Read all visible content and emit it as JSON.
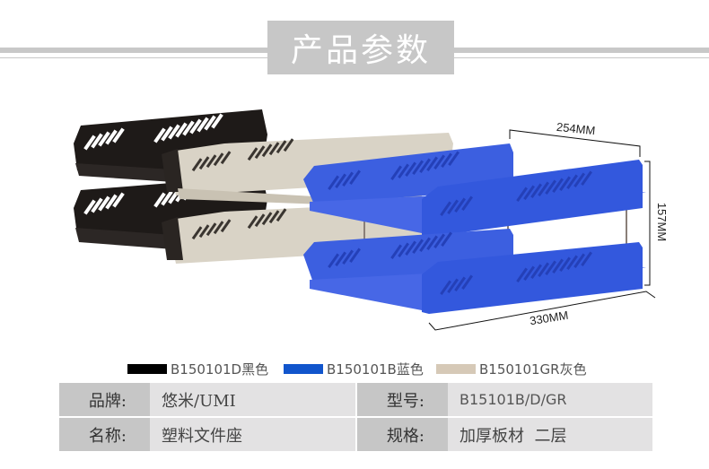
{
  "header": {
    "title": "产品参数"
  },
  "product_image": {
    "description": "Two-tier plastic file trays in black, beige and blue",
    "dimensions": {
      "width": "254MM",
      "height": "157MM",
      "length": "330MM"
    }
  },
  "legend": [
    {
      "label": "B150101D黑色",
      "color": "#000000"
    },
    {
      "label": "B150101B蓝色",
      "color": "#1155cc"
    },
    {
      "label": "B150101GR灰色",
      "color": "#d6c9b7"
    }
  ],
  "specs": {
    "rows": [
      {
        "label1": "品牌:",
        "value1": "悠米/UMI",
        "label2": "型号:",
        "value2": "B15101B/D/GR"
      },
      {
        "label1": "名称:",
        "value1": "塑料文件座",
        "label2": "规格:",
        "value2": "加厚板材  二层"
      }
    ]
  },
  "colors": {
    "header_bg": "#c7c7c7",
    "label_bg": "#c6c6c6",
    "value_bg": "#e3e2e3",
    "tray_black": "#1e1a18",
    "tray_beige": "#d9d3c6",
    "tray_blue": "#3c5fe0"
  }
}
